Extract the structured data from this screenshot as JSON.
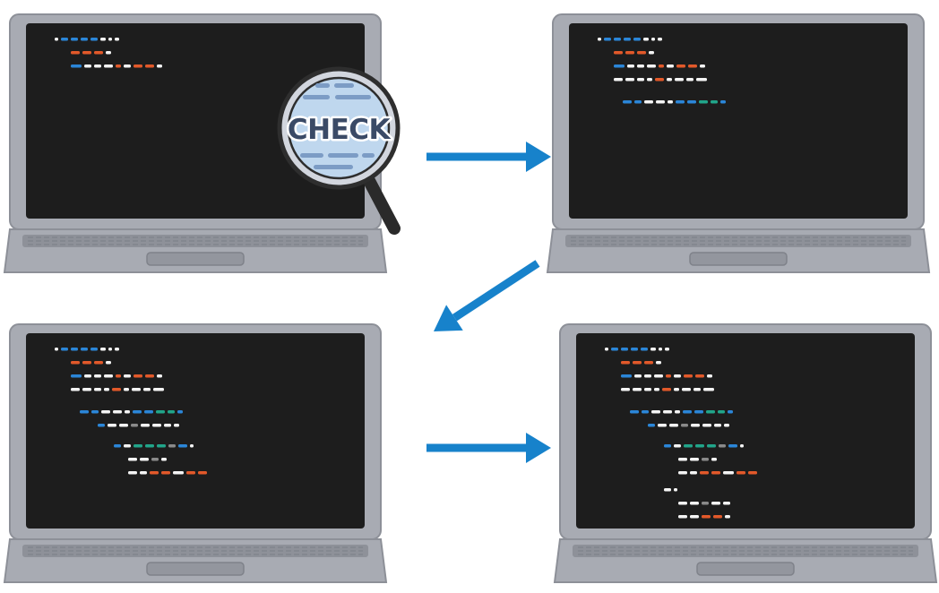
{
  "magnifier": {
    "label": "CHECK",
    "lens_color": "#bfd7ee",
    "rim_color": "#d2d6de",
    "text_color": "#3a4a66"
  },
  "colors": {
    "laptop_body": "#a8abb3",
    "laptop_edge": "#8d9098",
    "screen": "#1d1d1d",
    "keyboard": "#8e9199",
    "touchpad": "#93969e",
    "arrow": "#1782cb",
    "code_white": "#f4f4f4",
    "code_blue": "#2b86d8",
    "code_orange": "#e2592a",
    "code_teal": "#21a58a",
    "code_gray": "#8a8a8a"
  },
  "icons": {
    "flow_arrows": "arrow-icon",
    "magnifier": "magnifying-glass-icon"
  },
  "stages": [
    {
      "name": "stage-1",
      "code_lines": 3
    },
    {
      "name": "stage-2",
      "code_lines": 5
    },
    {
      "name": "stage-3",
      "code_lines": 9
    },
    {
      "name": "stage-4",
      "code_lines": 12
    }
  ]
}
